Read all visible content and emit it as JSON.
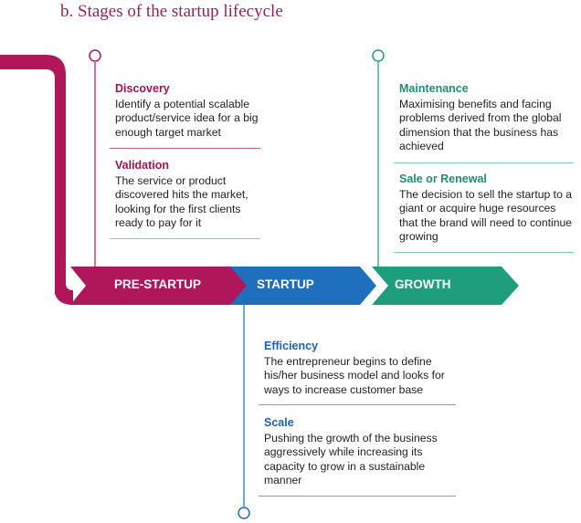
{
  "title": "b. Stages of the startup lifecycle",
  "colors": {
    "pre_startup": "#b0175a",
    "startup": "#1f6fbf",
    "growth": "#1e9e7c"
  },
  "stages": [
    {
      "label": "PRE-STARTUP",
      "items": [
        {
          "heading": "Discovery",
          "text": "Identify a potential scalable product/service idea for a big enough target market"
        },
        {
          "heading": "Validation",
          "text": "The service or product discovered hits the market, looking for the first clients ready to pay for it"
        }
      ]
    },
    {
      "label": "STARTUP",
      "items": [
        {
          "heading": "Efficiency",
          "text": "The entrepreneur begins to define his/her business model and looks for ways to increase customer base"
        },
        {
          "heading": "Scale",
          "text": "Pushing the growth of the business aggressively while increasing its capacity to grow in a sustainable manner"
        }
      ]
    },
    {
      "label": "GROWTH",
      "items": [
        {
          "heading": "Maintenance",
          "text": "Maximising benefits and facing problems derived from the global dimension that the business has achieved"
        },
        {
          "heading": "Sale or Renewal",
          "text": "The decision to sell the startup to a giant or acquire huge resources that the brand will need to continue growing"
        }
      ]
    }
  ]
}
